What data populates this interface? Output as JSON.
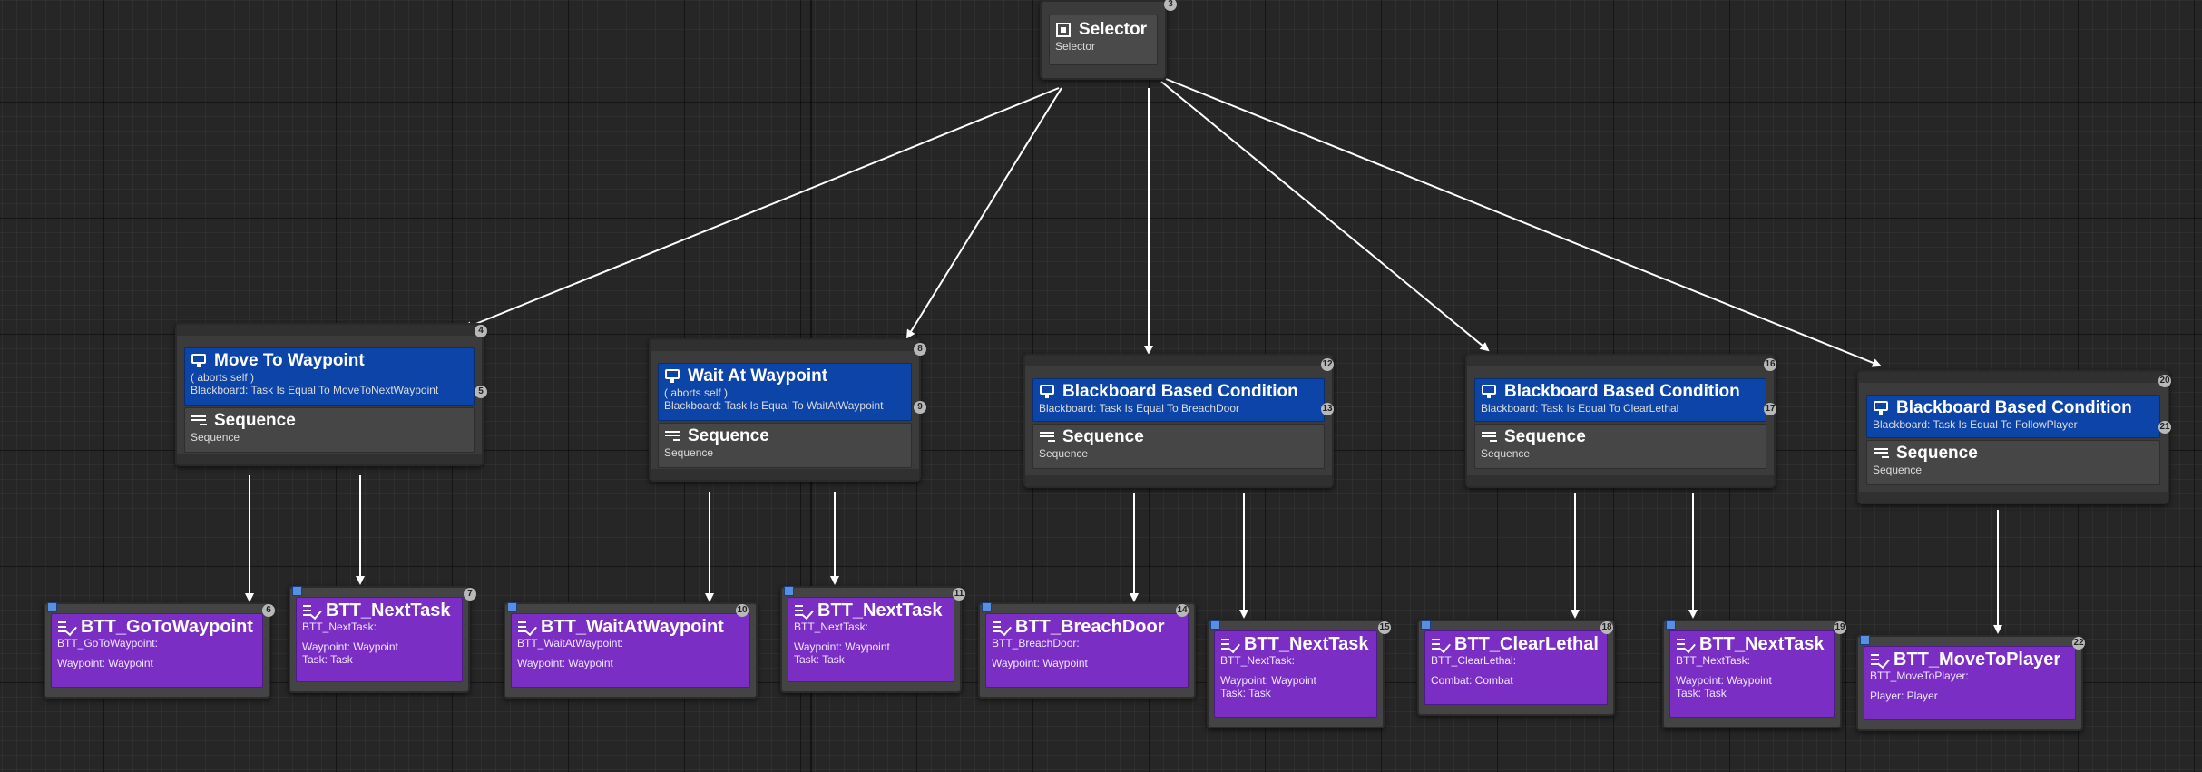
{
  "root": {
    "title": "Selector",
    "subtitle": "Selector",
    "badge": "3"
  },
  "composites": [
    {
      "id": "c1",
      "decorator_title": "Move To Waypoint",
      "aborts": "( aborts self )",
      "condition": "Blackboard: Task Is Equal To MoveToNextWaypoint",
      "node_badge": "4",
      "cond_badge": "5",
      "sequence_title": "Sequence",
      "sequence_sub": "Sequence"
    },
    {
      "id": "c2",
      "decorator_title": "Wait At Waypoint",
      "aborts": "( aborts self )",
      "condition": "Blackboard: Task Is Equal To WaitAtWaypoint",
      "node_badge": "8",
      "cond_badge": "9",
      "sequence_title": "Sequence",
      "sequence_sub": "Sequence"
    },
    {
      "id": "c3",
      "decorator_title": "Blackboard Based Condition",
      "condition": "Blackboard: Task Is Equal To BreachDoor",
      "node_badge": "12",
      "cond_badge": "13",
      "sequence_title": "Sequence",
      "sequence_sub": "Sequence"
    },
    {
      "id": "c4",
      "decorator_title": "Blackboard Based Condition",
      "condition": "Blackboard: Task Is Equal To ClearLethal",
      "node_badge": "16",
      "cond_badge": "17",
      "sequence_title": "Sequence",
      "sequence_sub": "Sequence"
    },
    {
      "id": "c5",
      "decorator_title": "Blackboard Based Condition",
      "condition": "Blackboard: Task Is Equal To FollowPlayer",
      "node_badge": "20",
      "cond_badge": "21",
      "sequence_title": "Sequence",
      "sequence_sub": "Sequence"
    }
  ],
  "tasks": [
    {
      "title": "BTT_GoToWaypoint",
      "sub": "BTT_GoToWaypoint:",
      "line1": "Waypoint: Waypoint",
      "line2": "",
      "badge": "6"
    },
    {
      "title": "BTT_NextTask",
      "sub": "BTT_NextTask:",
      "line1": "Waypoint: Waypoint",
      "line2": "Task: Task",
      "badge": "7"
    },
    {
      "title": "BTT_WaitAtWaypoint",
      "sub": "BTT_WaitAtWaypoint:",
      "line1": "Waypoint: Waypoint",
      "line2": "",
      "badge": "10"
    },
    {
      "title": "BTT_NextTask",
      "sub": "BTT_NextTask:",
      "line1": "Waypoint: Waypoint",
      "line2": "Task: Task",
      "badge": "11"
    },
    {
      "title": "BTT_BreachDoor",
      "sub": "BTT_BreachDoor:",
      "line1": "Waypoint: Waypoint",
      "line2": "",
      "badge": "14"
    },
    {
      "title": "BTT_NextTask",
      "sub": "BTT_NextTask:",
      "line1": "Waypoint: Waypoint",
      "line2": "Task: Task",
      "badge": "15"
    },
    {
      "title": "BTT_ClearLethal",
      "sub": "BTT_ClearLethal:",
      "line1": "Combat: Combat",
      "line2": "",
      "badge": "18"
    },
    {
      "title": "BTT_NextTask",
      "sub": "BTT_NextTask:",
      "line1": "Waypoint: Waypoint",
      "line2": "Task: Task",
      "badge": "19"
    },
    {
      "title": "BTT_MoveToPlayer",
      "sub": "BTT_MoveToPlayer:",
      "line1": "Player: Player",
      "line2": "",
      "badge": "22"
    }
  ],
  "colors": {
    "decorator": "#0d44a8",
    "task": "#7a2ec4",
    "graph_bg": "#262626",
    "wire": "#ffffff"
  },
  "icons": {
    "decorator": "monitor-icon",
    "sequence": "sequence-icon",
    "task": "task-icon",
    "selector": "selector-icon"
  }
}
